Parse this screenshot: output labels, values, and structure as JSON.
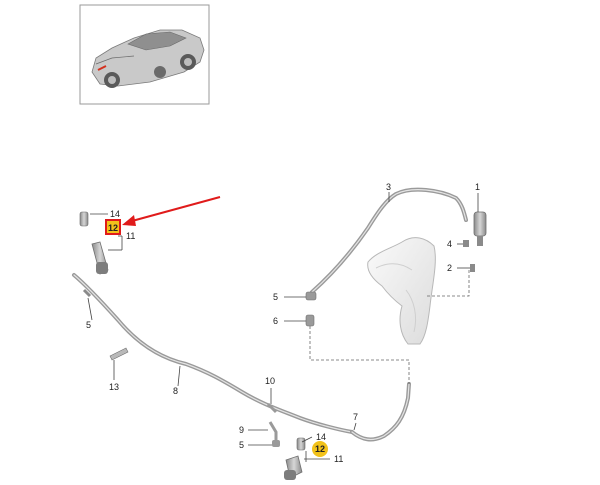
{
  "diagram": {
    "callouts": {
      "c1": "1",
      "c2": "2",
      "c3": "3",
      "c4": "4",
      "c5a": "5",
      "c5b": "5",
      "c5c": "5",
      "c6": "6",
      "c7": "7",
      "c8": "8",
      "c9": "9",
      "c10": "10",
      "c11a": "11",
      "c11b": "11",
      "c12a": "12",
      "c12b": "12",
      "c13": "13",
      "c14a": "14",
      "c14b": "14"
    },
    "colors": {
      "highlight_badge": "#f2c21a",
      "highlight_box": "#e01b1b",
      "pointer_arrow": "#e01b1b",
      "part_gray": "#9a9a9a",
      "line_dark": "#333333"
    },
    "icons": [
      "car-thumbnail-icon",
      "pointer-arrow-icon"
    ]
  }
}
